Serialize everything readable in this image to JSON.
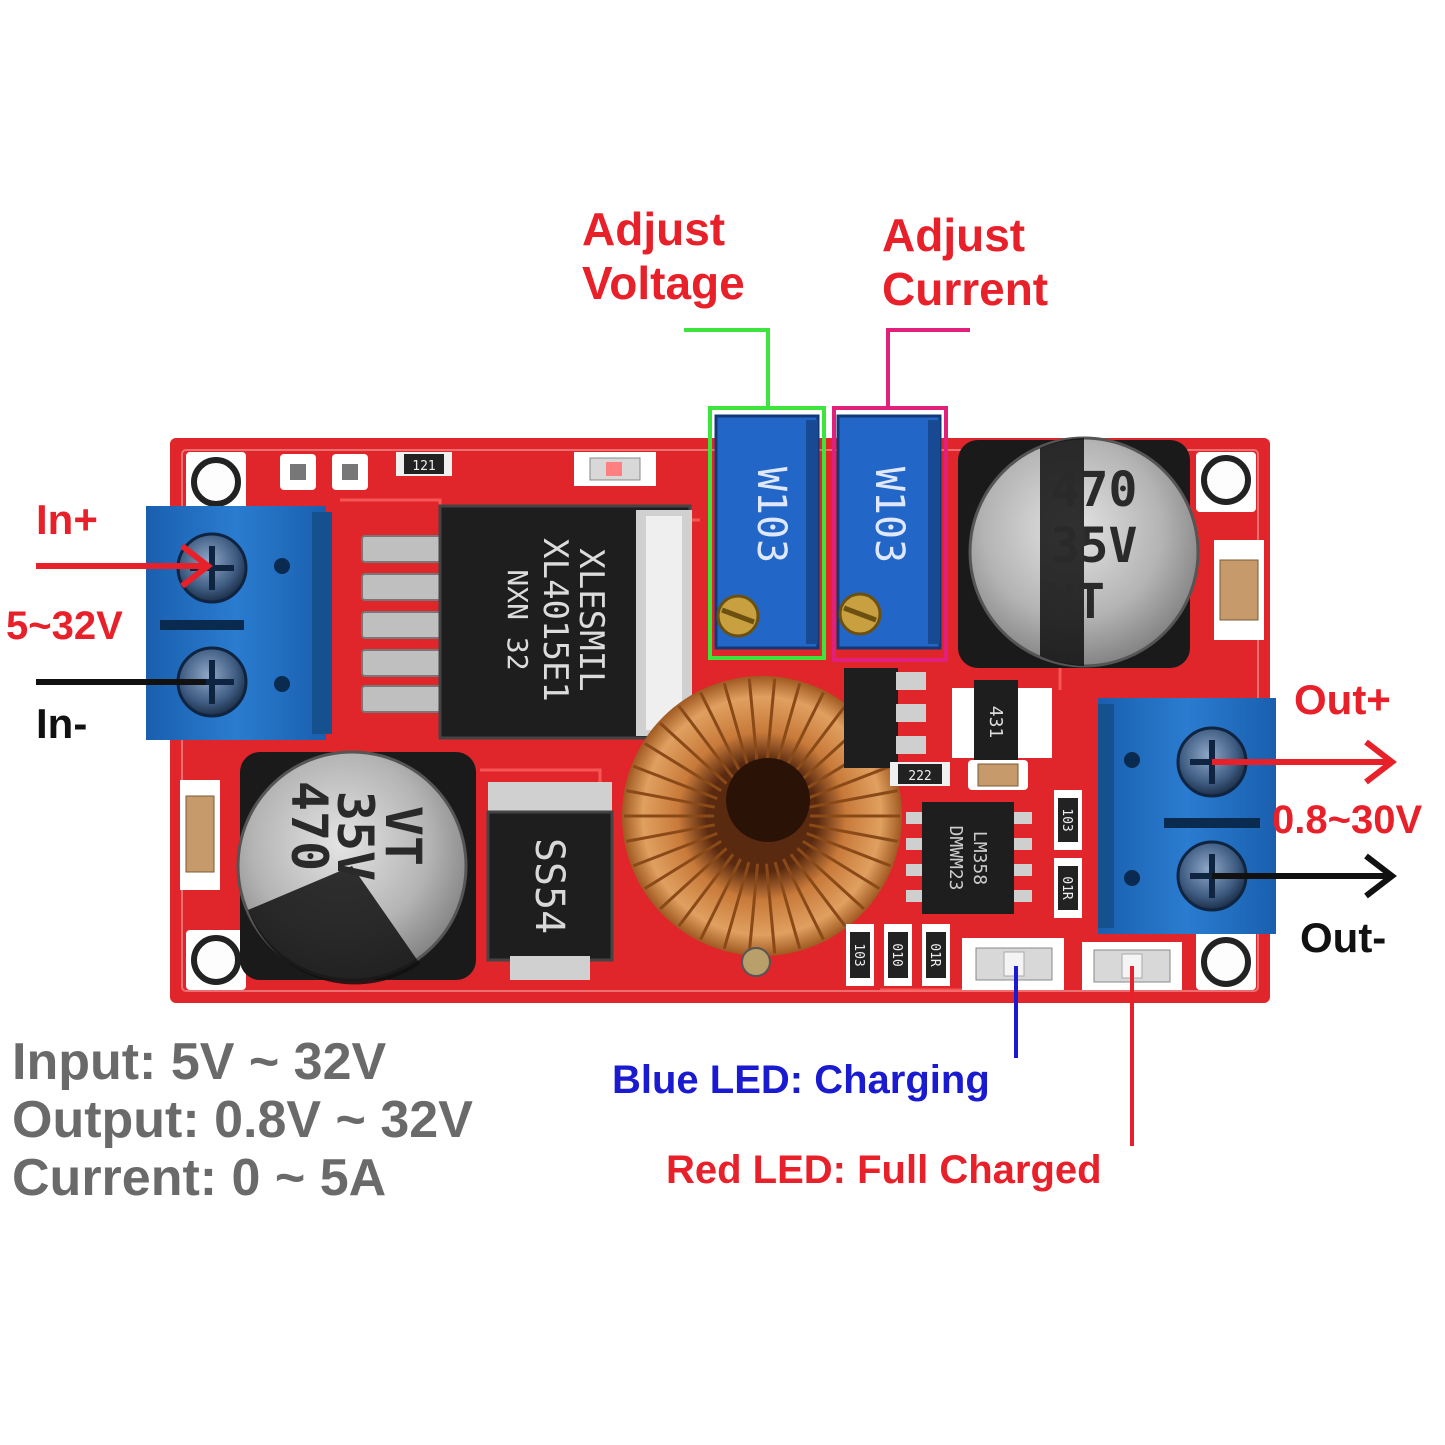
{
  "callouts": {
    "adjust_voltage": [
      "Adjust",
      "Voltage"
    ],
    "adjust_current": [
      "Adjust",
      "Current"
    ],
    "in_plus": "In+",
    "in_minus": "In-",
    "in_range": "5~32V",
    "out_plus": "Out+",
    "out_minus": "Out-",
    "out_range": "0.8~30V",
    "blue_led": "Blue LED: Charging",
    "red_led": "Red LED: Full Charged"
  },
  "specs": {
    "input": "Input: 5V ~ 32V",
    "output": "Output: 0.8V ~ 32V",
    "current": "Current: 0 ~ 5A"
  },
  "board_markings": {
    "regulator": [
      "XLESMIL",
      "XL4015E1",
      "NXN  32"
    ],
    "pot_code": "W103",
    "cap_top": [
      "470",
      "35V",
      "VT"
    ],
    "cap_left": [
      "470",
      "35V",
      "VT"
    ],
    "diode": "SS54",
    "opamp": [
      "LM358",
      "DMWM23"
    ],
    "smd_r1": "121",
    "smd_r2": "222",
    "smd_r3": "431",
    "smd_r4": "103",
    "smd_r5": "01R",
    "smd_r6": "103",
    "smd_r7": "010",
    "smd_r8": "01R"
  },
  "colors": {
    "pcb": "#e0262a",
    "terminal": "#1e6fc0",
    "trimpot": "#2266c8",
    "voltage_box": "#3ce43c",
    "current_box": "#e0207a",
    "blue_line": "#1a1ad0",
    "red_line": "#e8202a"
  }
}
